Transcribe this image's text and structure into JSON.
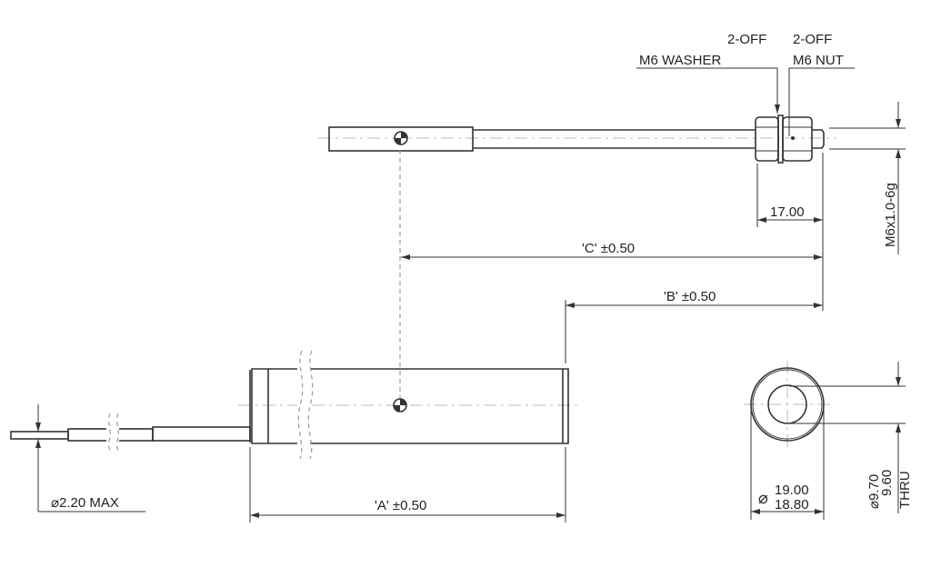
{
  "labels": {
    "washer_qty": "2-OFF",
    "washer_name": "M6 WASHER",
    "nut_qty": "2-OFF",
    "nut_name": "M6 NUT",
    "thread": "M6x1.0-6g",
    "nut_length": "17.00",
    "dim_c": "'C' ±0.50",
    "dim_b": "'B' ±0.50",
    "dim_a": "'A' ±0.50",
    "cable_dia": "⌀2.20 MAX",
    "od_symbol": "⌀",
    "od_max": "19.00",
    "od_min": "18.80",
    "id_max": "⌀9.70",
    "id_min": "9.60",
    "id_note": "THRU"
  }
}
